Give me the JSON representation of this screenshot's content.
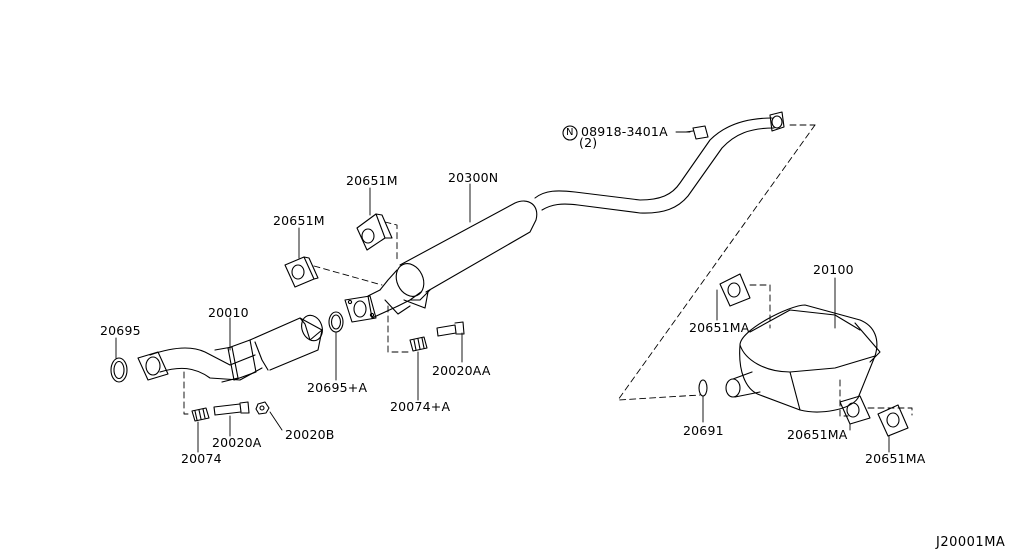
{
  "labels": {
    "p20300N": "20300N",
    "p20651M_top": "20651M",
    "p20651M_mid": "20651M",
    "p20695": "20695",
    "p20010": "20010",
    "p20695A": "20695+A",
    "p20074A": "20074+A",
    "p20020AA": "20020AA",
    "p20074": "20074",
    "p20020A": "20020A",
    "p20020B": "20020B",
    "bolt_code": "08918-3401A",
    "bolt_qty": "(2)",
    "bolt_symbol": "N",
    "p20100": "20100",
    "p20651MA_left": "20651MA",
    "p20691": "20691",
    "p20651MA_bot": "20651MA",
    "p20651MA_right": "20651MA",
    "diagram_code": "J20001MA"
  }
}
